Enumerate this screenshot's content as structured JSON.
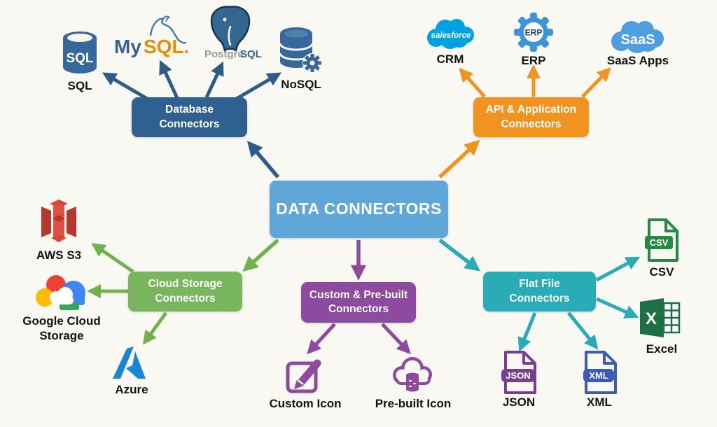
{
  "center": {
    "label": "DATA CONNECTORS",
    "color": "#5fa6d9"
  },
  "branches": {
    "database": {
      "title_line1": "Database",
      "title_line2": "Connectors",
      "box_color": "#2e6190",
      "arrow_color": "#2e5c8a",
      "items": {
        "sql": {
          "label": "SQL",
          "icon_text": "SQL"
        },
        "mysql": {
          "logo_text_my": "My",
          "logo_text_sql": "SQL."
        },
        "postgresql": {
          "logo_text_postgre": "Postgre",
          "logo_text_sql": "SQL"
        },
        "nosql": {
          "label": "NoSQL"
        }
      }
    },
    "api": {
      "title_line1": "API & Application",
      "title_line2": "Connectors",
      "box_color": "#f0931f",
      "arrow_color": "#f0931f",
      "items": {
        "crm": {
          "label": "CRM",
          "icon_text": "salesforce"
        },
        "erp": {
          "label": "ERP",
          "icon_text": "ERP"
        },
        "saas": {
          "label": "SaaS Apps",
          "icon_text": "SaaS"
        }
      }
    },
    "cloud": {
      "title_line1": "Cloud Storage",
      "title_line2": "Connectors",
      "box_color": "#79b55c",
      "arrow_color": "#6fb34f",
      "items": {
        "aws": {
          "label": "AWS S3"
        },
        "gcs": {
          "label": "Google Cloud Storage"
        },
        "azure": {
          "label": "Azure"
        }
      }
    },
    "custom": {
      "title_line1": "Custom & Pre-built",
      "title_line2": "Connectors",
      "box_color": "#8e4a9e",
      "arrow_color": "#8e4a9e",
      "items": {
        "custom_icon": {
          "label": "Custom Icon"
        },
        "prebuilt_icon": {
          "label": "Pre-built Icon"
        }
      }
    },
    "flatfile": {
      "title_line1": "Flat File",
      "title_line2": "Connectors",
      "box_color": "#29acb8",
      "arrow_color": "#29acb8",
      "items": {
        "csv": {
          "label": "CSV",
          "icon_text": "CSV"
        },
        "excel": {
          "label": "Excel",
          "icon_text": "X"
        },
        "json": {
          "label": "JSON",
          "icon_text": "JSON"
        },
        "xml": {
          "label": "XML",
          "icon_text": "XML"
        }
      }
    }
  }
}
